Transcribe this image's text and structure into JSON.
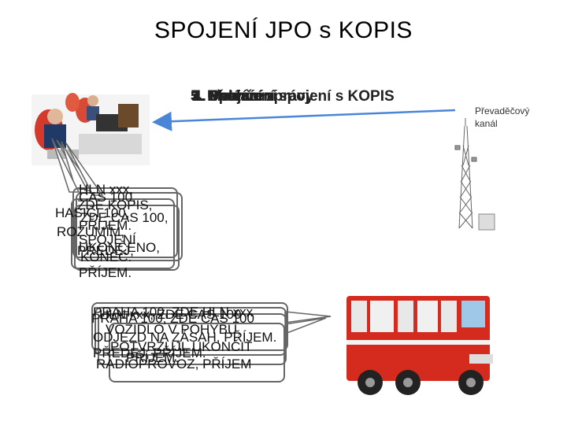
{
  "slide": {
    "title": "SPOJENÍ JPO s KOPIS"
  },
  "steps": {
    "lines": [
      "1. Volání",
      "2. Spojení",
      "3. Předání zprávy",
      "4. Potvrzení",
      "5. Ukončení spojení s KOPIS"
    ]
  },
  "tower": {
    "label": "Převaděčový kanál"
  },
  "operator_messages": {
    "lines": [
      "HLN xxx,",
      "CAS 100,",
      "ZDE KOPIS,",
      "HASIČI 100,",
      "ZDE CAS 100,",
      "PŘÍJEM.",
      "ROZUMÍM,",
      "SPOJENÍ",
      "UKONČENO,",
      "KONEC.",
      "PŘEDEJ,",
      "PŘÍJEM."
    ]
  },
  "crew_messages": {
    "lines": [
      "PRAHA 100, ZDE HLN xxx",
      "HLN xxx, ZDE CAS 100",
      "PRAHA 100, ZDE CAS 100",
      "VOZIDLO V POHYBU,",
      "ODJEZD NA ZÁSAH, PŘÍJEM.",
      "POTVRZUJI, UKONČIT",
      "PŘEDEJ, PŘÍJEM.",
      "PŘÍJEM.",
      "RADIOPROVOZ, PŘÍJEM"
    ]
  },
  "colors": {
    "arrow": "#4a86d8",
    "bubble_border": "#666666",
    "truck_red": "#d42b1e"
  }
}
